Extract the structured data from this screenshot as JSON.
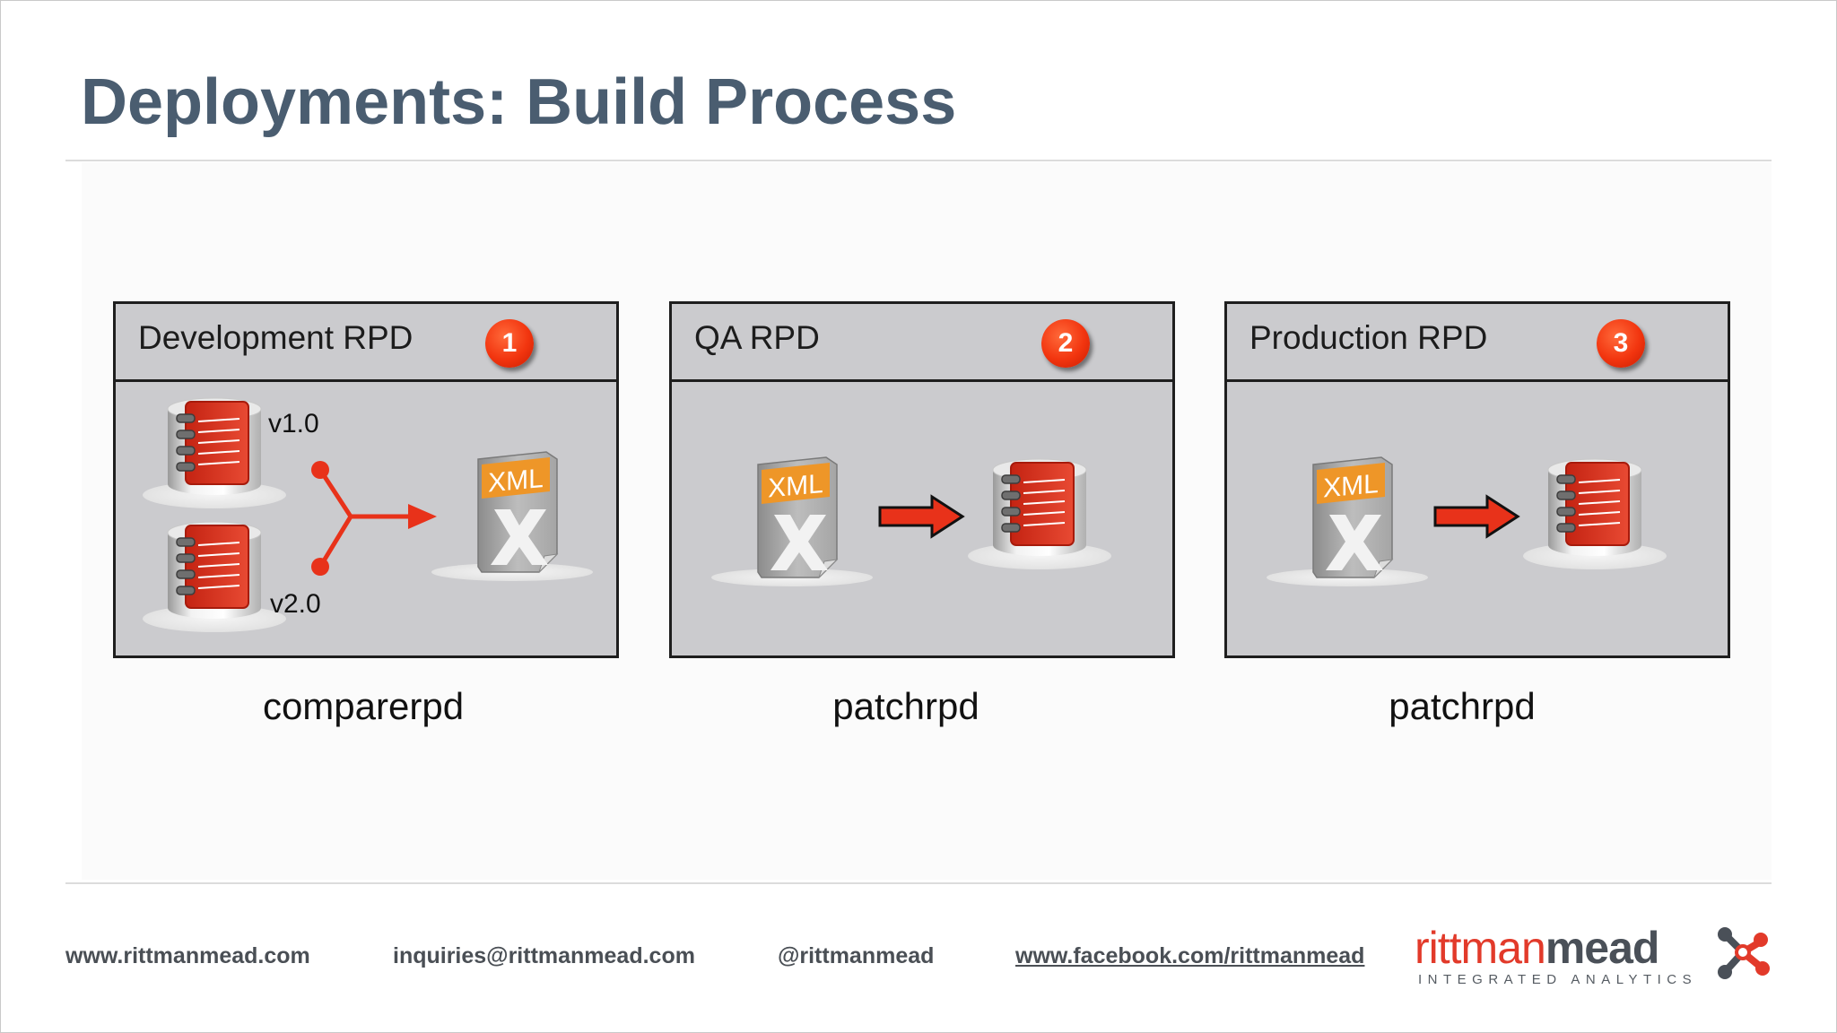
{
  "slide": {
    "title": "Deployments: Build Process"
  },
  "panels": [
    {
      "title": "Development RPD",
      "step": "1",
      "caption": "comparerpd",
      "versions": [
        "v1.0",
        "v2.0"
      ],
      "xml_label": "XML"
    },
    {
      "title": "QA RPD",
      "step": "2",
      "caption": "patchrpd",
      "xml_label": "XML"
    },
    {
      "title": "Production RPD",
      "step": "3",
      "caption": "patchrpd",
      "xml_label": "XML"
    }
  ],
  "footer": {
    "website": "www.rittmanmead.com",
    "email": "inquiries@rittmanmead.com",
    "twitter": "@rittmanmead",
    "facebook": "www.facebook.com/rittmanmead"
  },
  "logo": {
    "word_light": "rittman",
    "word_bold": "mead",
    "tagline": "INTEGRATED ANALYTICS"
  },
  "colors": {
    "title": "#4a5d70",
    "panel_bg": "#cbcbce",
    "accent_red": "#e8321a",
    "badge": "#f2350f"
  },
  "icons": [
    "rpd-repository-icon",
    "xml-file-icon",
    "arrow-right-icon",
    "merge-arrow-icon",
    "rittmanmead-logo-mark"
  ]
}
